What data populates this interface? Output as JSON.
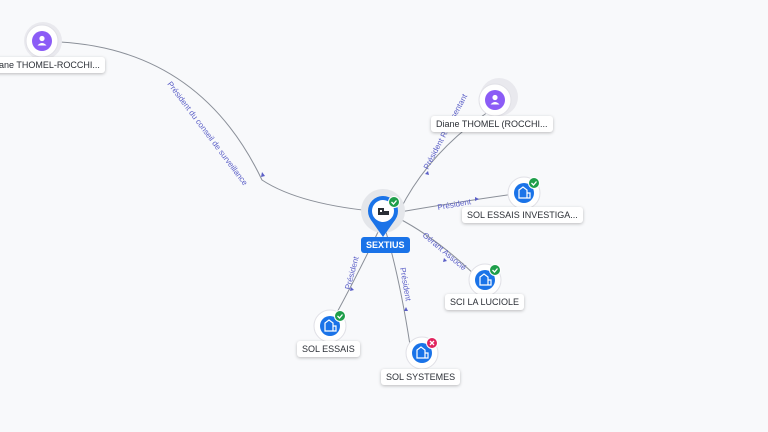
{
  "graph": {
    "center": {
      "label": "SEXTIUS",
      "status": "active",
      "icon": "building-icon"
    },
    "nodes": [
      {
        "id": "person1",
        "label": "ane THOMEL-ROCCHI...",
        "kind": "person",
        "icon": "person-icon"
      },
      {
        "id": "person2",
        "label": "Diane THOMEL (ROCCHI...",
        "kind": "person",
        "icon": "person-icon"
      },
      {
        "id": "co1",
        "label": "SOL ESSAIS INVESTIGA...",
        "kind": "company",
        "status": "active",
        "icon": "building-icon"
      },
      {
        "id": "co2",
        "label": "SCI LA LUCIOLE",
        "kind": "company",
        "status": "active",
        "icon": "building-icon"
      },
      {
        "id": "co3",
        "label": "SOL SYSTEMES",
        "kind": "company",
        "status": "closed",
        "icon": "building-icon"
      },
      {
        "id": "co4",
        "label": "SOL ESSAIS",
        "kind": "company",
        "status": "active",
        "icon": "building-icon"
      }
    ],
    "edges": [
      {
        "to": "person1",
        "label": "Président du conseil de surveillance"
      },
      {
        "to": "person2",
        "label": "Président Représentant"
      },
      {
        "to": "co1",
        "label": "Président"
      },
      {
        "to": "co2",
        "label": "Gérant Associé"
      },
      {
        "to": "co3",
        "label": "Président"
      },
      {
        "to": "co4",
        "label": "Président"
      }
    ],
    "colors": {
      "person": "#8b5cf6",
      "company": "#1a73e8",
      "active_badge": "#1e9e4a",
      "closed_badge": "#e0245e",
      "edge_label": "#5b5fc7"
    }
  }
}
